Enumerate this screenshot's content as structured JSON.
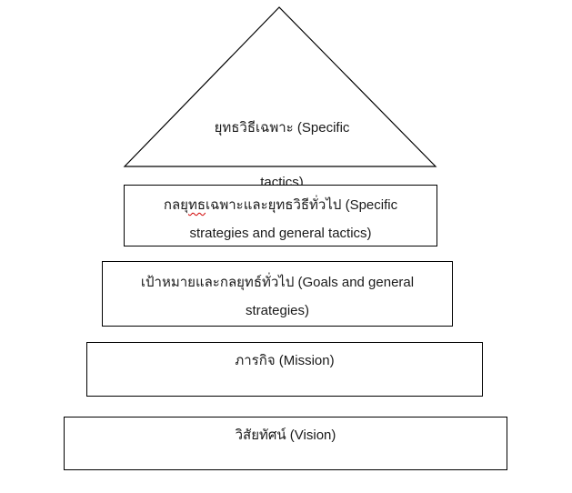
{
  "pyramid": {
    "apex": {
      "line1": "ยุทธวิธีเฉพาะ (Specific",
      "line2": "tactics)"
    },
    "levels": [
      {
        "line1_pre": "กลยุ",
        "line1_mark": "ทธ",
        "line1_post": "เฉพาะและยุทธวิธีทั่วไป (Specific",
        "line2": "strategies and general tactics)"
      },
      {
        "line1": "เป้าหมายและกลยุทธ์ทั่วไป (Goals and general",
        "line2": "strategies)"
      },
      {
        "line1": "ภารกิจ (Mission)"
      },
      {
        "line1": "วิสัยทัศน์ (Vision)"
      }
    ]
  },
  "colors": {
    "stroke": "#000000",
    "text": "#1a1a1a",
    "spellcheck_underline": "#d00000"
  }
}
